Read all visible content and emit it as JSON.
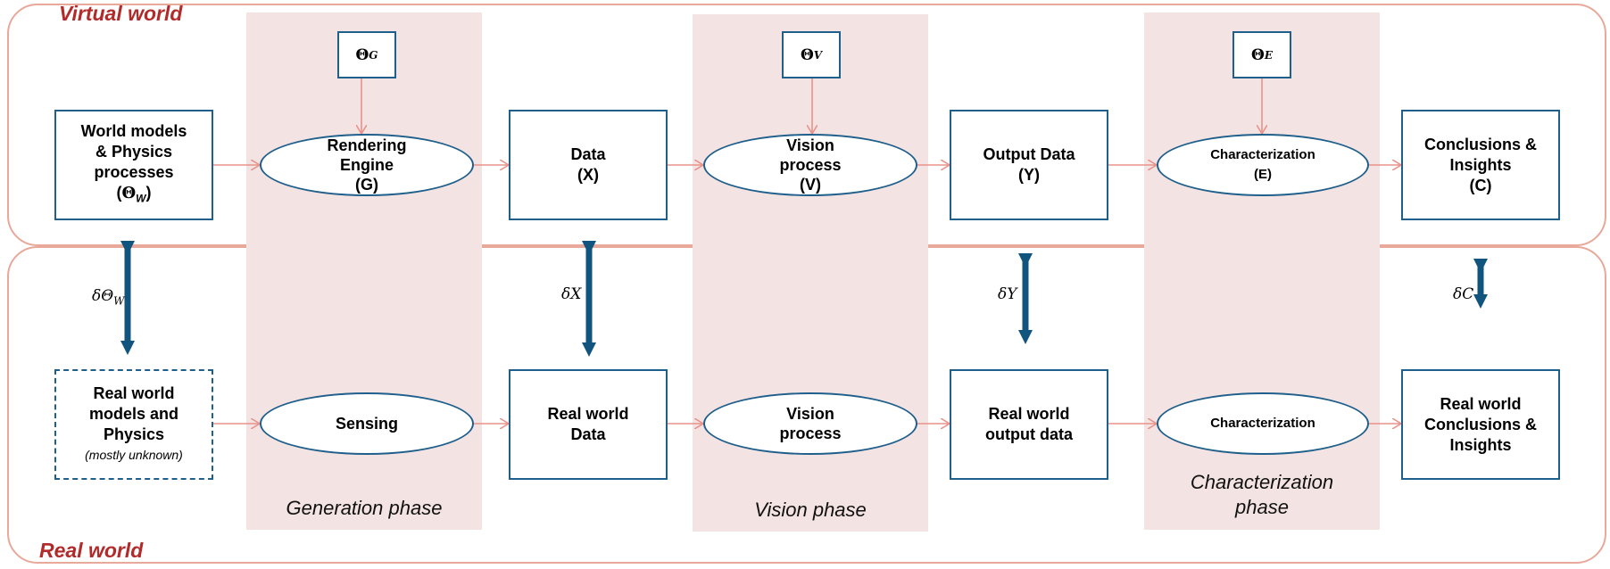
{
  "regions": {
    "virtual_label": "Virtual world",
    "real_label": "Real world"
  },
  "phases": {
    "generation": "Generation phase",
    "vision": "Vision phase",
    "characterization": "Characterization\nphase"
  },
  "virtual": {
    "world_models": {
      "text": "World models\n& Physics\nprocesses",
      "symbol": "Θ",
      "sub": "W"
    },
    "rendering": "Rendering\nEngine\n(G)",
    "data": "Data\n(X)",
    "vision": "Vision\nprocess\n(V)",
    "output": "Output Data\n(Y)",
    "characterization": "Characterization\n(E)",
    "conclusions": "Conclusions &\nInsights\n(C)"
  },
  "params": {
    "g": {
      "symbol": "Θ",
      "sub": "G"
    },
    "v": {
      "symbol": "Θ",
      "sub": "V"
    },
    "e": {
      "symbol": "Θ",
      "sub": "E"
    }
  },
  "real": {
    "models": "Real world\nmodels and\nPhysics",
    "models_note": "(mostly unknown)",
    "sensing": "Sensing",
    "data": "Real world\nData",
    "vision": "Vision\nprocess",
    "output": "Real world\noutput data",
    "characterization": "Characterization",
    "conclusions": "Real world\nConclusions &\nInsights"
  },
  "deltas": {
    "w": {
      "prefix": "δΘ",
      "sub": "W"
    },
    "x": "δX",
    "y": "δY",
    "c": "δC"
  },
  "colors": {
    "box_border": "#1f5f8b",
    "arrow_salmon": "#e8928a",
    "double_arrow": "#11557f",
    "phase_fill": "#f4e3e3",
    "label_red": "#b22a2a"
  }
}
